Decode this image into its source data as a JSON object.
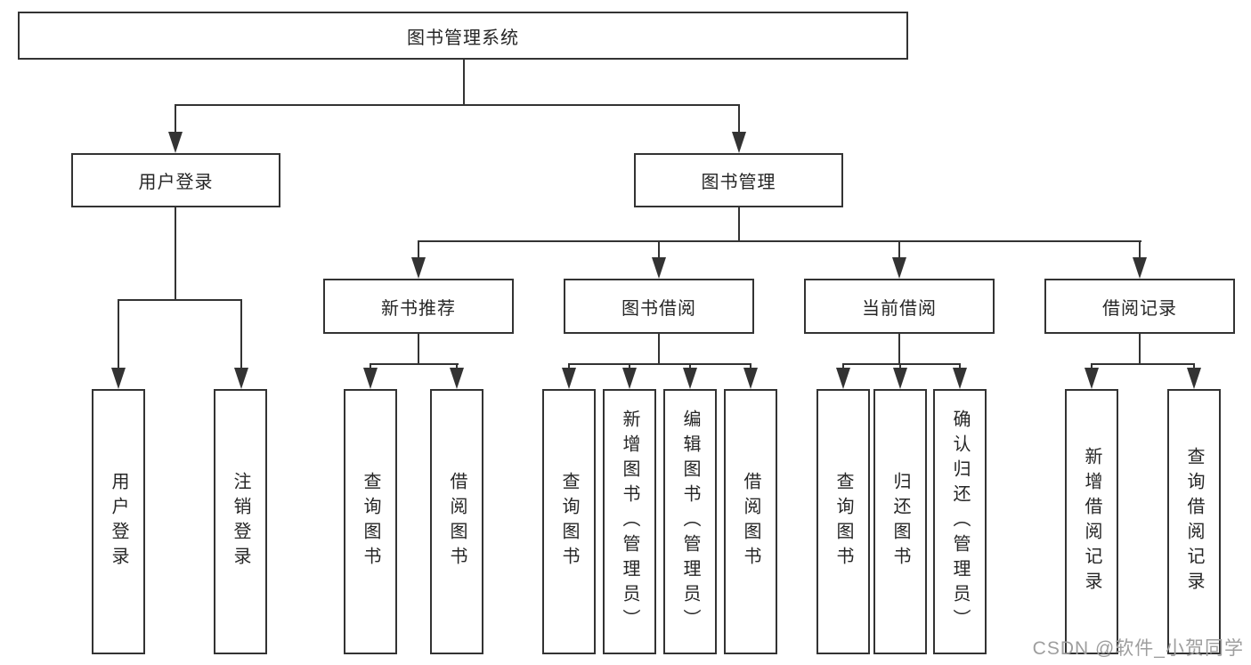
{
  "tree": {
    "root": {
      "label": "图书管理系统",
      "children": [
        {
          "label": "用户登录",
          "children": [
            {
              "label": "用户登录"
            },
            {
              "label": "注销登录"
            }
          ]
        },
        {
          "label": "图书管理",
          "children": [
            {
              "label": "新书推荐",
              "children": [
                {
                  "label": "查询图书"
                },
                {
                  "label": "借阅图书"
                }
              ]
            },
            {
              "label": "图书借阅",
              "children": [
                {
                  "label": "查询图书"
                },
                {
                  "label": "新增图书（管理员）"
                },
                {
                  "label": "编辑图书（管理员）"
                },
                {
                  "label": "借阅图书"
                }
              ]
            },
            {
              "label": "当前借阅",
              "children": [
                {
                  "label": "查询图书"
                },
                {
                  "label": "归还图书"
                },
                {
                  "label": "确认归还（管理员）"
                }
              ]
            },
            {
              "label": "借阅记录",
              "children": [
                {
                  "label": "新增借阅记录"
                },
                {
                  "label": "查询借阅记录"
                }
              ]
            }
          ]
        }
      ]
    }
  },
  "watermark": {
    "text": "CSDN @软件_小贺同学"
  },
  "colors": {
    "line": "#333333",
    "text": "#262626",
    "canvas_bg": "#ffffff",
    "watermark": "#9e9e9e"
  }
}
